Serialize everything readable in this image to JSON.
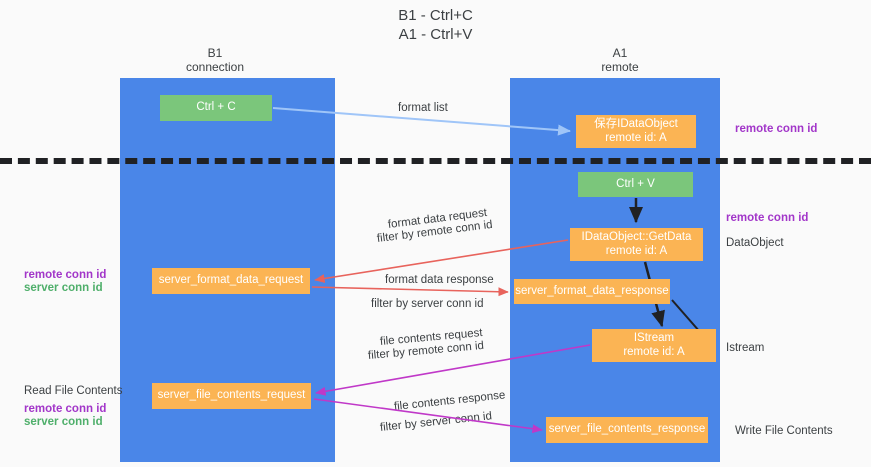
{
  "diagram": {
    "title": "B1 - Ctrl+C\nA1 - Ctrl+V",
    "type": "sequence-swimlane",
    "colors": {
      "lane": "#4a86e8",
      "green_node": "#7bc67b",
      "orange_node": "#fbb454",
      "purple_text": "#a236c9",
      "green_text": "#4faf6b",
      "divider": "#202124",
      "arrow_blue": "#9fc5f8",
      "arrow_black": "#202124",
      "arrow_red": "#e8635c",
      "arrow_magenta": "#c038c8"
    },
    "columns": [
      {
        "id": "b1",
        "title": "B1",
        "subtitle": "connection",
        "label": "B1\nconnection"
      },
      {
        "id": "a1",
        "title": "A1",
        "subtitle": "remote",
        "label": "A1\nremote"
      }
    ],
    "nodes": [
      {
        "id": "ctrl-c",
        "label": "Ctrl + C",
        "style": "green",
        "column": "b1"
      },
      {
        "id": "dataobject",
        "label": "保存IDataObject\nremote id: A",
        "style": "orange",
        "column": "a1"
      },
      {
        "id": "ctrl-v",
        "label": "Ctrl + V",
        "style": "green",
        "column": "a1"
      },
      {
        "id": "getdata",
        "label": "IDataObject::GetData\nremote id: A",
        "style": "orange",
        "column": "a1"
      },
      {
        "id": "sfd-request",
        "label": "server_format_data_request",
        "style": "orange",
        "column": "b1"
      },
      {
        "id": "sfd-response",
        "label": "server_format_data_response",
        "style": "orange",
        "column": "a1"
      },
      {
        "id": "istream",
        "label": "IStream\nremote id: A",
        "style": "orange",
        "column": "a1"
      },
      {
        "id": "sfc-request",
        "label": "server_file_contents_request",
        "style": "orange",
        "column": "b1"
      },
      {
        "id": "sfc-response",
        "label": "server_file_contents_response",
        "style": "orange",
        "column": "a1"
      }
    ],
    "edge_labels": {
      "format_list": "format list",
      "format_data_request": "format data request",
      "filter_by": "filter by ",
      "remote_conn_id": "remote conn id",
      "server_conn_id": "server conn id",
      "format_data_response": "format data response",
      "file_contents_request": "file contents request",
      "file_contents_response": "file contents response"
    },
    "right_annotations": [
      {
        "id": "rc-top",
        "text": "remote conn id",
        "style": "purple"
      },
      {
        "id": "rc-mid",
        "text": "remote conn id",
        "style": "purple"
      },
      {
        "id": "dataobject",
        "text": "DataObject",
        "style": "plain"
      },
      {
        "id": "istream",
        "text": "Istream",
        "style": "plain"
      },
      {
        "id": "write-file",
        "text": "Write File Contents",
        "style": "plain"
      }
    ],
    "left_annotations": [
      {
        "id": "l-remote-1",
        "text": "remote conn id",
        "style": "purple"
      },
      {
        "id": "l-server-1",
        "text": "server conn id",
        "style": "green"
      },
      {
        "id": "l-read",
        "text": "Read File Contents",
        "style": "plain"
      },
      {
        "id": "l-remote-2",
        "text": "remote conn id",
        "style": "purple"
      },
      {
        "id": "l-server-2",
        "text": "server conn id",
        "style": "green"
      }
    ]
  }
}
